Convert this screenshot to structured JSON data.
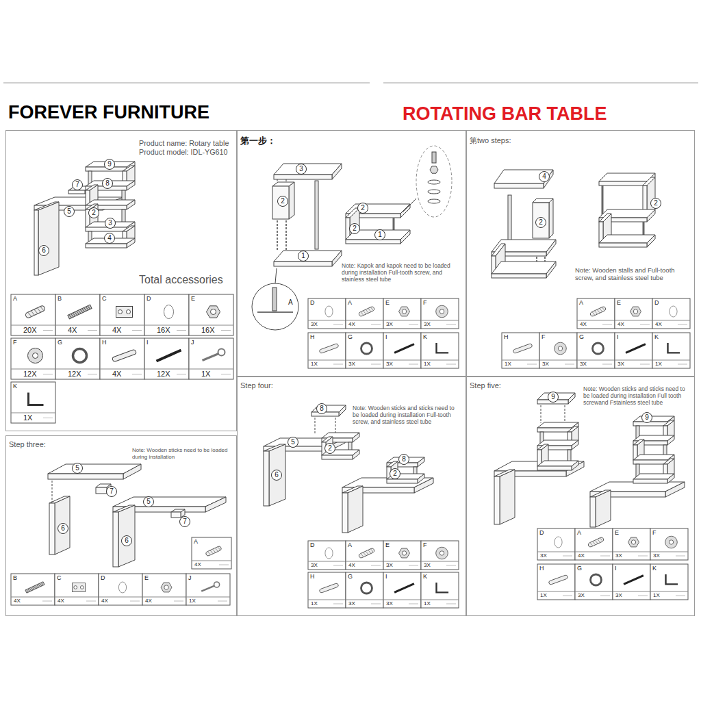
{
  "diagram": {
    "title": "FOREVER FURNITURE",
    "nodes": [
      {
        "text": [
          "Product name: Rotary table Product model: IDL-YG610",
          "Total accessories"
        ]
      },
      {
        "text": [
          "第一步：",
          "Note: Kapok and kapok need to be loaded during installation Full-tooth screw, and stainless steel tube"
        ]
      },
      {
        "text": [
          "第two steps:",
          "Note: Wooden stalls and Full-tooth screw, and stainless steel tube"
        ]
      },
      {
        "text": [
          "Step three:",
          "Note: Wooden sticks need to be loaded during installation"
        ]
      },
      {
        "text": [
          "Step four:",
          "Note: Wooden sticks and sticks need to be loaded during installation Full-tooth screw, and stainless steel tube"
        ]
      },
      {
        "text": [
          "Step five:",
          "Note: Wooden sticks and sticks need to be loaded during installation Full tooth screwand Fstainless steel tube"
        ]
      }
    ],
    "labels": [
      "ROTATING BAR TABLE",
      "9",
      "8",
      "7",
      "5",
      "2",
      "3",
      "4",
      "6",
      "A",
      "20X",
      "B",
      "4X",
      "C",
      "4X",
      "D",
      "16X",
      "E",
      "16X",
      "F",
      "12X",
      "G",
      "12X",
      "H",
      "4X",
      "I",
      "12X",
      "J",
      "1X",
      "K",
      "1X",
      "3",
      "2",
      "1",
      "A",
      "2",
      "2",
      "1",
      "D",
      "3X",
      "A",
      "4X",
      "E",
      "3X",
      "F",
      "3X",
      "H",
      "1X",
      "G",
      "3X",
      "I",
      "3X",
      "K",
      "1X",
      "4",
      "2",
      "2",
      "A",
      "4X",
      "E",
      "4X",
      "D",
      "4X",
      "H",
      "1X",
      "F",
      "3X",
      "G",
      "3X",
      "I",
      "3X",
      "K",
      "1X",
      "5",
      "7",
      "6",
      "5",
      "7",
      "6",
      "A",
      "4X",
      "B",
      "4X",
      "C",
      "4X",
      "D",
      "4X",
      "E",
      "4X",
      "J",
      "1X",
      "8",
      "5",
      "2",
      "6",
      "8",
      "2",
      "D",
      "3X",
      "A",
      "4X",
      "E",
      "3X",
      "F",
      "3X",
      "H",
      "1X",
      "G",
      "3X",
      "I",
      "3X",
      "K",
      "1X",
      "9",
      "9",
      "D",
      "3X",
      "A",
      "4X",
      "E",
      "3X",
      "F",
      "3X",
      "H",
      "1X",
      "G",
      "3X",
      "I",
      "3X",
      "K",
      "1X"
    ]
  }
}
